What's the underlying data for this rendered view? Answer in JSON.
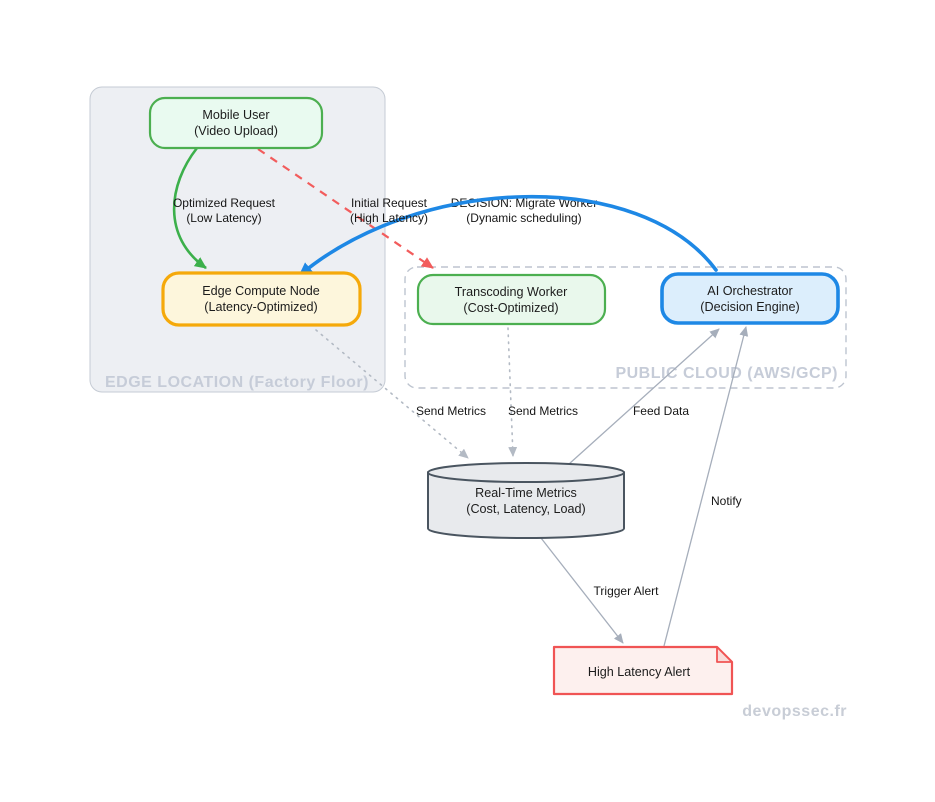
{
  "diagram": {
    "watermark": "devopssec.fr",
    "clusters": {
      "edge_location": {
        "label": "EDGE LOCATION (Factory Floor)",
        "fill": "#edeff3",
        "border": "#c5cbd4",
        "label_color": "#c6ccd8"
      },
      "public_cloud": {
        "label": "PUBLIC CLOUD (AWS/GCP)",
        "fill": "#ffffff",
        "border": "#bdc4cf",
        "label_color": "#c6ccd8"
      }
    },
    "nodes": {
      "mobile_user": {
        "line1": "Mobile User",
        "line2": "(Video Upload)",
        "border_color": "#4caf50",
        "fill_color": "#e9faf0"
      },
      "edge_compute_node": {
        "line1": "Edge Compute Node",
        "line2": "(Latency-Optimized)",
        "border_color": "#f5a90a",
        "fill_color": "#fdf6dc"
      },
      "transcoding_worker": {
        "line1": "Transcoding Worker",
        "line2": "(Cost-Optimized)",
        "border_color": "#4caf50",
        "fill_color": "#e9f8ec"
      },
      "ai_orchestrator": {
        "line1": "AI Orchestrator",
        "line2": "(Decision Engine)",
        "border_color": "#1e88e5",
        "fill_color": "#dceefc"
      },
      "realtime_metrics": {
        "line1": "Real-Time Metrics",
        "line2": "(Cost, Latency, Load)",
        "border_color": "#4a5560",
        "fill_color": "#e8eaed"
      },
      "high_latency_alert": {
        "label": "High Latency Alert",
        "border_color": "#f05454",
        "fill_color": "#fdf0ee",
        "fold_fill": "#f8dcda"
      }
    },
    "edges": {
      "optimized_request": {
        "line1": "Optimized Request",
        "line2": "(Low Latency)",
        "color": "#3cb04b",
        "style": "solid",
        "label_color": "#161616"
      },
      "initial_request": {
        "line1": "Initial Request",
        "line2": "(High Latency)",
        "color": "#f25c5c",
        "style": "dashed",
        "label_color": "#161616"
      },
      "decision_migrate": {
        "line1": "DECISION: Migrate Worker",
        "line2": "(Dynamic scheduling)",
        "color": "#1e88e5",
        "style": "solid",
        "label_color": "#47a0f1"
      },
      "send_metrics_from_edge": {
        "label": "Send Metrics",
        "color": "#b3bac4",
        "style": "dotted"
      },
      "send_metrics_from_worker": {
        "label": "Send Metrics",
        "color": "#b3bac4",
        "style": "dotted"
      },
      "feed_data": {
        "label": "Feed Data",
        "color": "#a6aebb",
        "style": "solid"
      },
      "trigger_alert": {
        "label": "Trigger Alert",
        "color": "#a6aebb",
        "style": "solid"
      },
      "notify": {
        "label": "Notify",
        "color": "#a6aebb",
        "style": "solid"
      }
    }
  }
}
